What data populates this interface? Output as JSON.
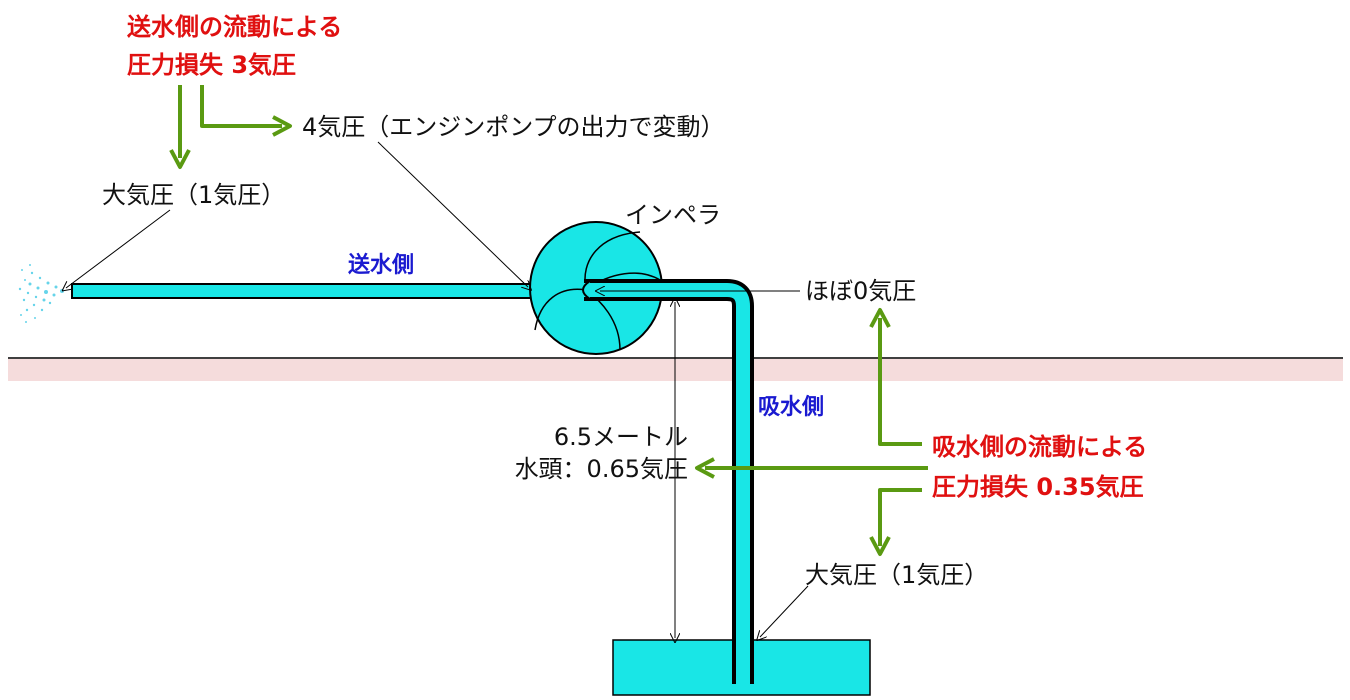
{
  "colors": {
    "water": "#19e6e6",
    "pipe_outline": "#000000",
    "arrow_green": "#5a9a12",
    "loss_red": "#e01010",
    "side_blue": "#1a1ad0",
    "ground_band": "#f3d6d6",
    "spray": "#66d4ea"
  },
  "icons": [
    "green-arrow-icon",
    "leader-line-icon",
    "dimension-arrow-icon",
    "spray-icon"
  ],
  "labels": {
    "discharge_loss_line1": "送水側の流動による",
    "discharge_loss_line2": "圧力損失 3気圧",
    "pump_output": "4気圧（エンジンポンプの出力で変動）",
    "atm_outlet": "大気圧（1気圧）",
    "impeller": "インペラ",
    "discharge_side": "送水側",
    "near_zero": "ほぼ0気圧",
    "suction_side": "吸水側",
    "height_line1": "6.5メートル",
    "height_line2": "水頭：0.65気圧",
    "suction_loss_line1": "吸水側の流動による",
    "suction_loss_line2": "圧力損失 0.35気圧",
    "atm_water": "大気圧（1気圧）"
  }
}
